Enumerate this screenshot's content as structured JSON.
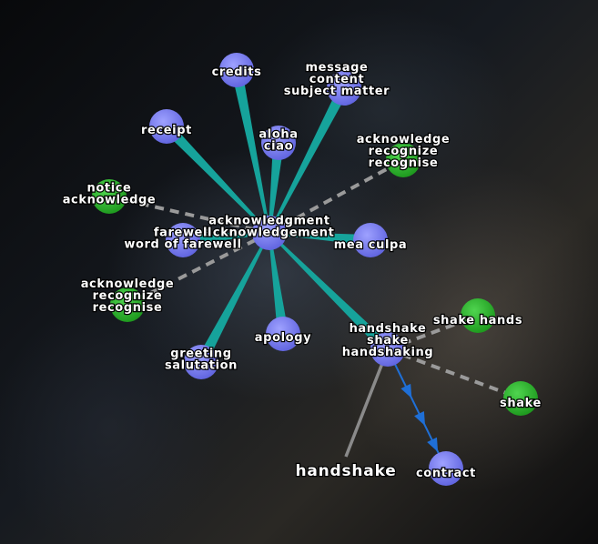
{
  "colors": {
    "synset_node": "#7b7ff0",
    "word_node": "#2fb32f",
    "related_edge": "#16a39b",
    "synonym_edge": "#9a9a9a",
    "arrow_edge": "#1f6fd6",
    "word_edge": "#8a8a8a",
    "label": "#ffffff"
  },
  "nodes": [
    {
      "id": "acknowledgment",
      "kind": "synset",
      "lines": [
        "acknowledgment",
        "acknowledgement"
      ]
    },
    {
      "id": "credits",
      "kind": "synset",
      "lines": [
        "credits"
      ]
    },
    {
      "id": "message",
      "kind": "synset",
      "lines": [
        "message",
        "content",
        "subject matter"
      ]
    },
    {
      "id": "receipt",
      "kind": "synset",
      "lines": [
        "receipt"
      ]
    },
    {
      "id": "aloha",
      "kind": "synset",
      "lines": [
        "aloha",
        "ciao"
      ]
    },
    {
      "id": "acknowledge_top",
      "kind": "word",
      "lines": [
        "acknowledge",
        "recognize",
        "recognise"
      ]
    },
    {
      "id": "notice",
      "kind": "word",
      "lines": [
        "notice",
        "acknowledge"
      ]
    },
    {
      "id": "farewell",
      "kind": "synset",
      "lines": [
        "farewell",
        "word of farewell"
      ]
    },
    {
      "id": "mea_culpa",
      "kind": "synset",
      "lines": [
        "mea culpa"
      ]
    },
    {
      "id": "acknowledge_bottom",
      "kind": "word",
      "lines": [
        "acknowledge",
        "recognize",
        "recognise"
      ]
    },
    {
      "id": "apology",
      "kind": "synset",
      "lines": [
        "apology"
      ]
    },
    {
      "id": "greeting",
      "kind": "synset",
      "lines": [
        "greeting",
        "salutation"
      ]
    },
    {
      "id": "handshake_node",
      "kind": "synset",
      "lines": [
        "handshake",
        "shake",
        "handshaking"
      ]
    },
    {
      "id": "shake_hands",
      "kind": "word",
      "lines": [
        "shake hands"
      ]
    },
    {
      "id": "shake",
      "kind": "word",
      "lines": [
        "shake"
      ]
    },
    {
      "id": "contract",
      "kind": "synset",
      "lines": [
        "contract"
      ]
    }
  ],
  "edges": [
    {
      "from": "acknowledgment",
      "to": "credits",
      "type": "related"
    },
    {
      "from": "acknowledgment",
      "to": "message",
      "type": "related"
    },
    {
      "from": "acknowledgment",
      "to": "receipt",
      "type": "related"
    },
    {
      "from": "acknowledgment",
      "to": "aloha",
      "type": "related"
    },
    {
      "from": "acknowledgment",
      "to": "acknowledge_top",
      "type": "synonym"
    },
    {
      "from": "acknowledgment",
      "to": "notice",
      "type": "synonym"
    },
    {
      "from": "acknowledgment",
      "to": "farewell",
      "type": "related"
    },
    {
      "from": "acknowledgment",
      "to": "mea_culpa",
      "type": "related"
    },
    {
      "from": "acknowledgment",
      "to": "acknowledge_bottom",
      "type": "synonym"
    },
    {
      "from": "acknowledgment",
      "to": "apology",
      "type": "related"
    },
    {
      "from": "acknowledgment",
      "to": "greeting",
      "type": "related"
    },
    {
      "from": "acknowledgment",
      "to": "handshake_node",
      "type": "related"
    },
    {
      "from": "handshake_node",
      "to": "shake_hands",
      "type": "synonym"
    },
    {
      "from": "handshake_node",
      "to": "shake",
      "type": "synonym"
    },
    {
      "from": "handshake_node",
      "to": "contract",
      "type": "arrow"
    },
    {
      "from": "handshake_node",
      "to": "word_handshake",
      "type": "word"
    }
  ],
  "word_label": {
    "id": "word_handshake",
    "text": "handshake"
  }
}
